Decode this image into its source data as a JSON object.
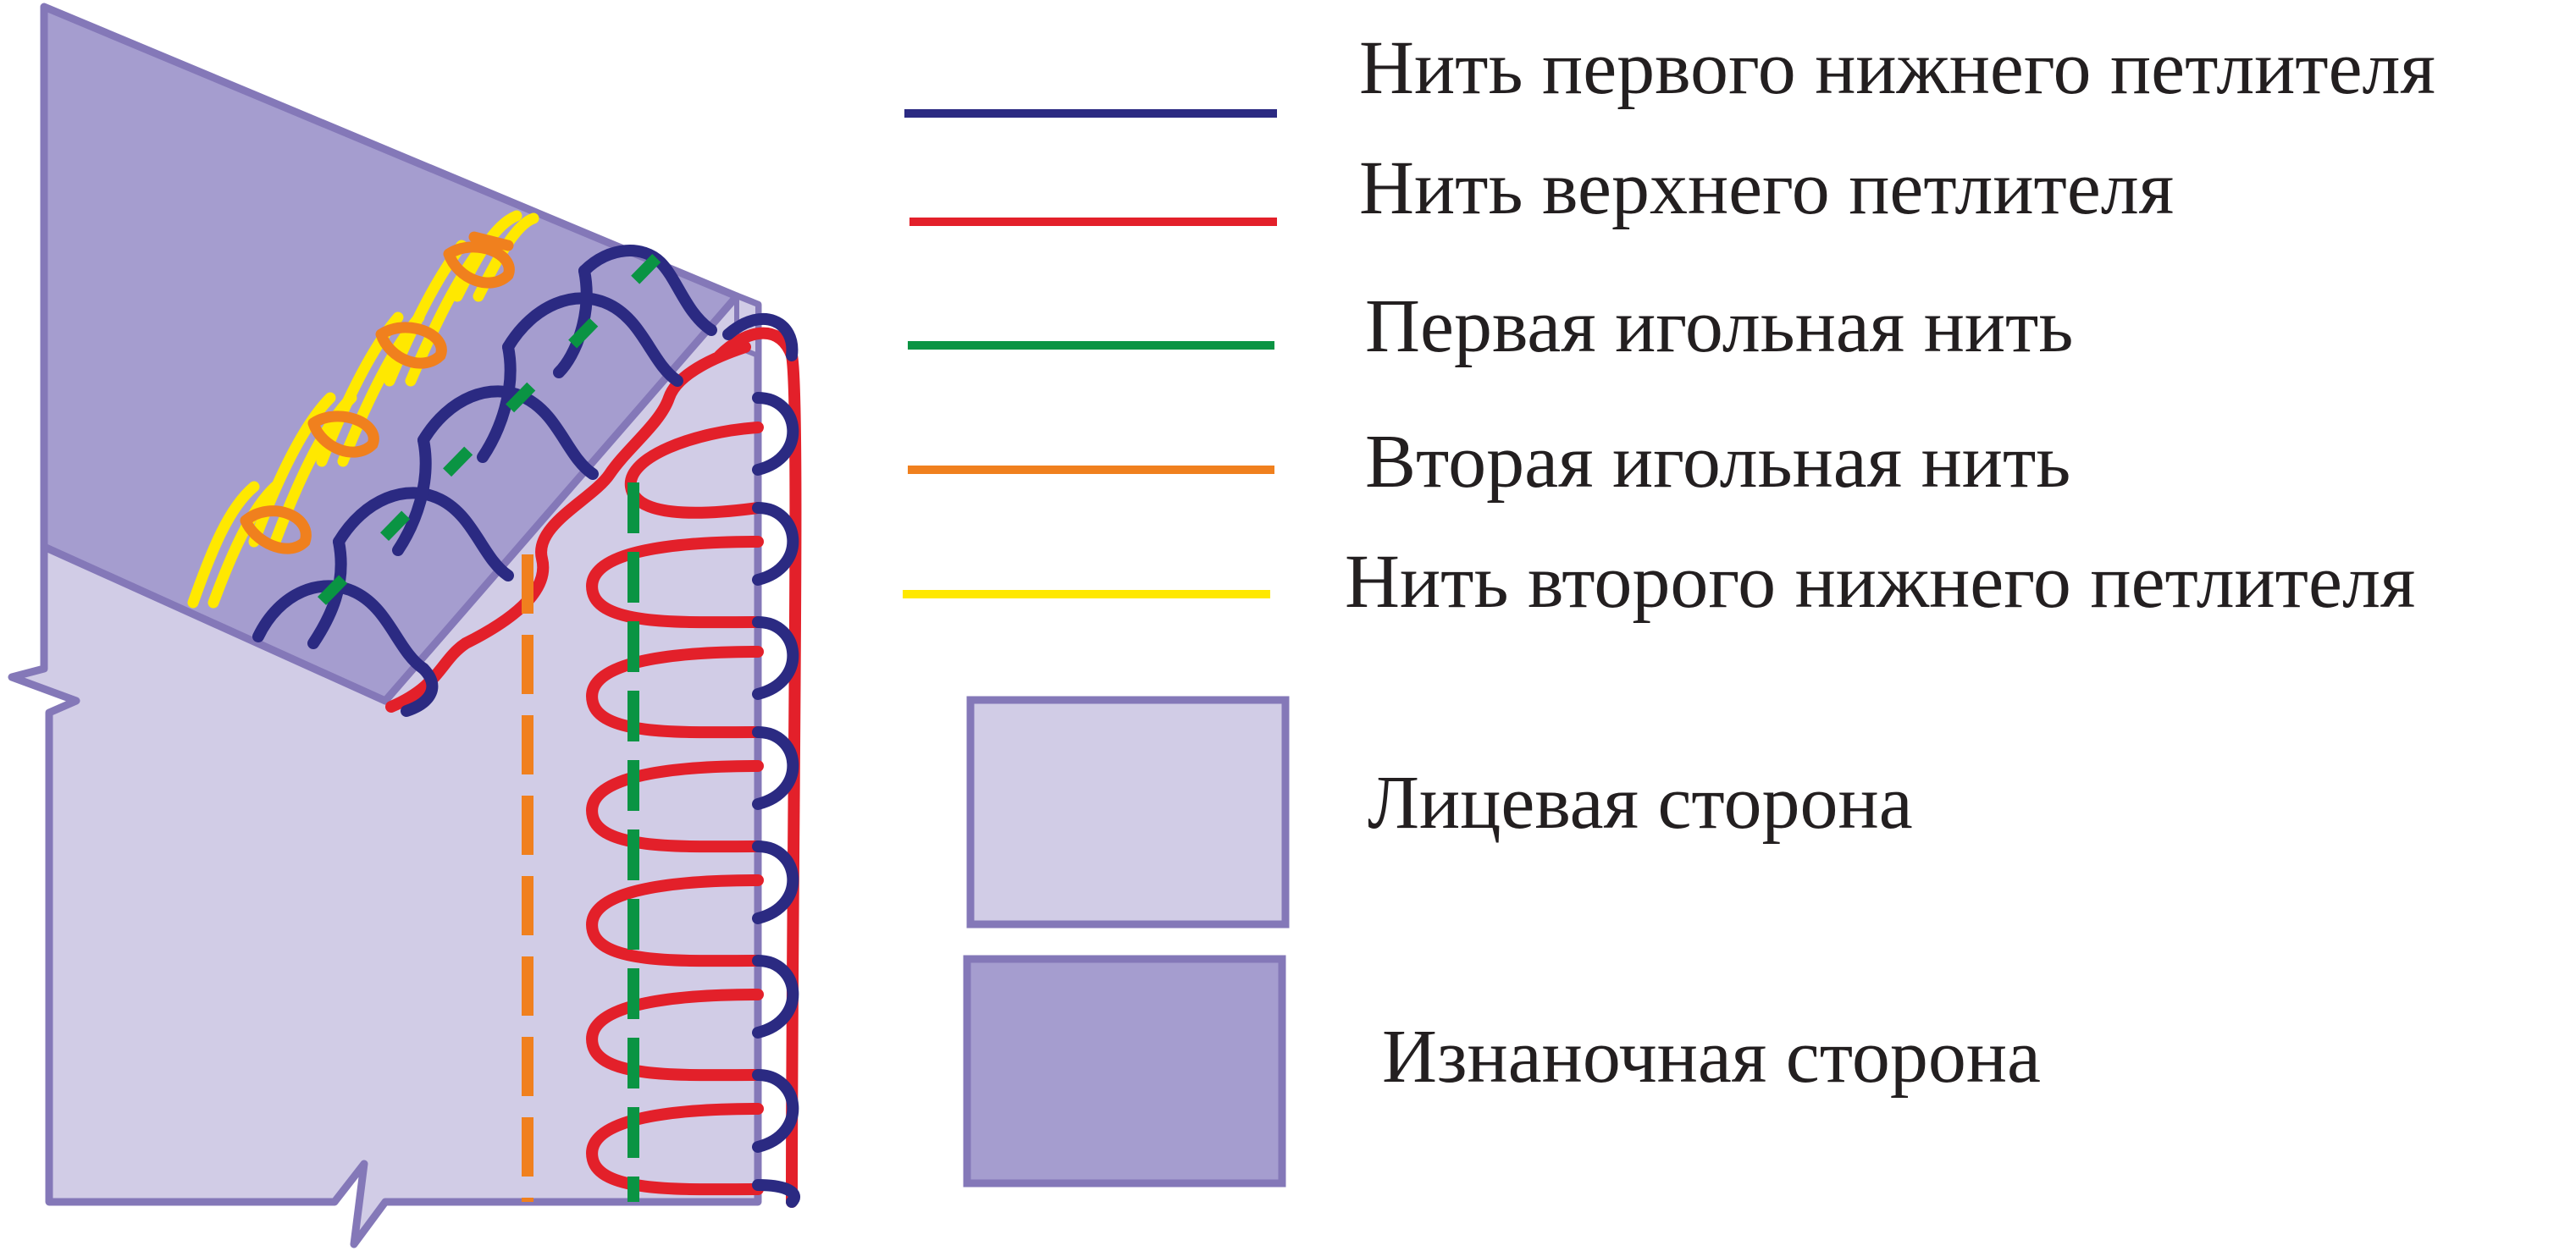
{
  "legend": {
    "threads": [
      {
        "label": "Нить первого нижнего петлителя",
        "color": "#2b2a82"
      },
      {
        "label": "Нить верхнего петлителя",
        "color": "#e3202a"
      },
      {
        "label": "Первая игольная нить",
        "color": "#0a9443"
      },
      {
        "label": "Вторая игольная нить",
        "color": "#f0801e"
      },
      {
        "label": "Нить второго нижнего петлителя",
        "color": "#ffe800"
      }
    ],
    "sides": [
      {
        "label": "Лицевая сторона",
        "fill": "#d1cce6",
        "border": "#8478b8"
      },
      {
        "label": "Изнаночная сторона",
        "fill": "#a59dcf",
        "border": "#8478b8"
      }
    ]
  }
}
